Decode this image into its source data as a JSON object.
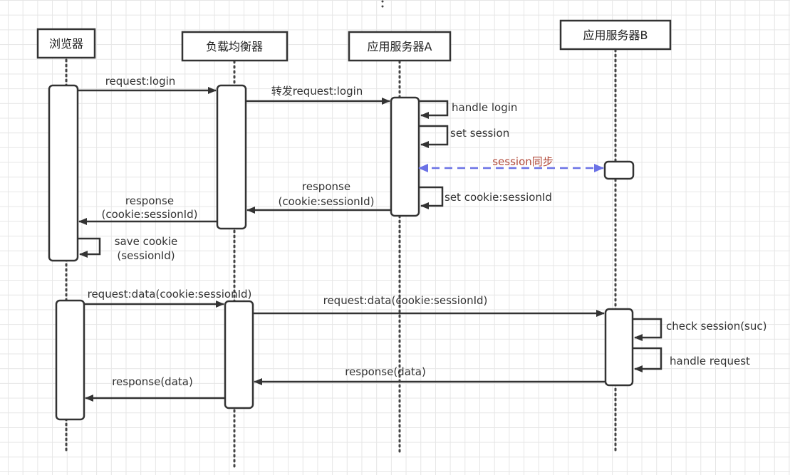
{
  "title": "Session sync sequence diagram",
  "colors": {
    "line": "#333333",
    "sync_arrow": "#6b72e6",
    "sync_label": "#b24a3a"
  },
  "participants": [
    {
      "id": "browser",
      "label": "浏览器"
    },
    {
      "id": "lb",
      "label": "负载均衡器"
    },
    {
      "id": "appA",
      "label": "应用服务器A"
    },
    {
      "id": "appB",
      "label": "应用服务器B"
    }
  ],
  "messages": [
    {
      "id": "m1",
      "from": "browser",
      "to": "lb",
      "label": "request:login"
    },
    {
      "id": "m2",
      "from": "lb",
      "to": "appA",
      "label": "转发request:login"
    },
    {
      "id": "m3",
      "self": "appA",
      "label": "handle login"
    },
    {
      "id": "m4",
      "self": "appA",
      "label": "set session"
    },
    {
      "id": "m5",
      "from": "appA",
      "to": "appB",
      "label": "session同步",
      "style": "dashed-bidirectional"
    },
    {
      "id": "m6",
      "self": "appA",
      "label": "set cookie:sessionId"
    },
    {
      "id": "m7",
      "from": "appA",
      "to": "lb",
      "label_lines": [
        "response",
        "(cookie:sessionId)"
      ]
    },
    {
      "id": "m8",
      "from": "lb",
      "to": "browser",
      "label_lines": [
        "response",
        "(cookie:sessionId)"
      ]
    },
    {
      "id": "m9",
      "self": "browser",
      "label_lines": [
        "save cookie",
        "(sessionId)"
      ]
    },
    {
      "id": "m10",
      "from": "browser",
      "to": "lb",
      "label": "request:data(cookie:sessionId)"
    },
    {
      "id": "m11",
      "from": "lb",
      "to": "appB",
      "label": "request:data(cookie:sessionId)"
    },
    {
      "id": "m12",
      "self": "appB",
      "label": "check session(suc)"
    },
    {
      "id": "m13",
      "self": "appB",
      "label": "handle request"
    },
    {
      "id": "m14",
      "from": "appB",
      "to": "lb",
      "label": "response(data)"
    },
    {
      "id": "m15",
      "from": "lb",
      "to": "browser",
      "label": "response(data)"
    }
  ]
}
